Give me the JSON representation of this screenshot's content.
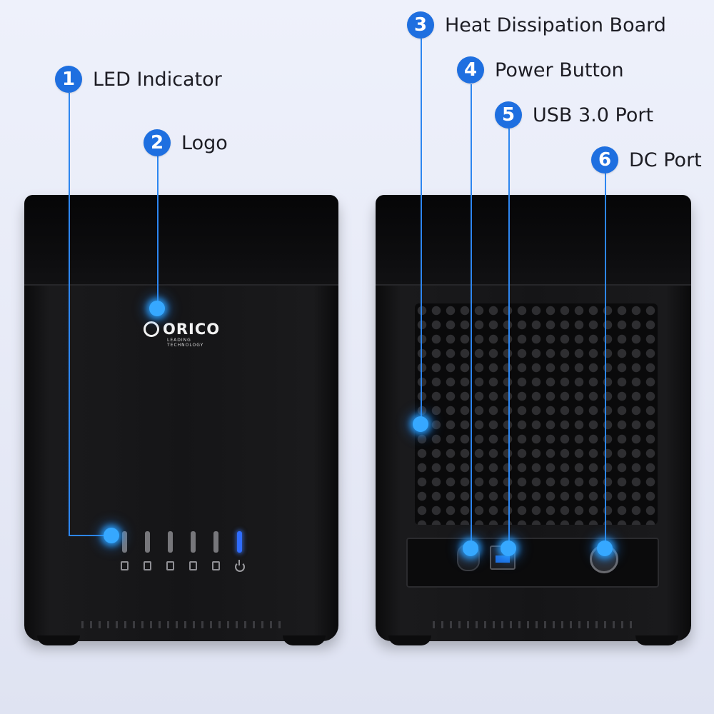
{
  "callouts": [
    {
      "number": "1",
      "label": "LED Indicator"
    },
    {
      "number": "2",
      "label": "Logo"
    },
    {
      "number": "3",
      "label": "Heat Dissipation Board"
    },
    {
      "number": "4",
      "label": "Power Button"
    },
    {
      "number": "5",
      "label": "USB 3.0 Port"
    },
    {
      "number": "6",
      "label": "DC Port"
    }
  ],
  "logo": {
    "brand": "ORICO",
    "tagline": "LEADING TECHNOLOGY"
  },
  "colors": {
    "accent": "#1e6fe0",
    "glow": "#36a8ff",
    "device": "#151517",
    "background": "#e9ecf8"
  }
}
